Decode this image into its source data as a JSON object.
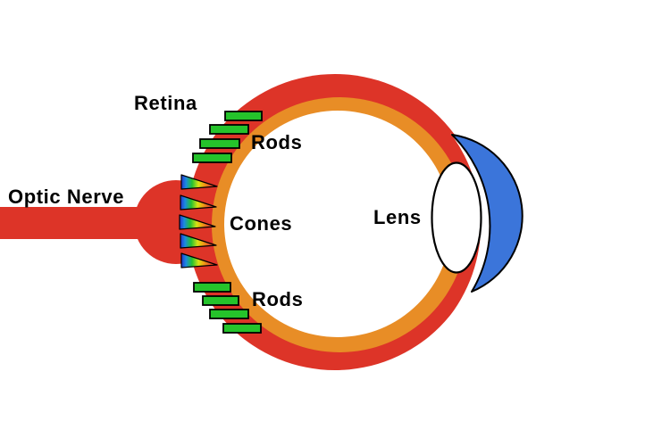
{
  "diagram": {
    "labels": {
      "optic_nerve": "Optic Nerve",
      "retina": "Retina",
      "rods_top": "Rods",
      "cones": "Cones",
      "rods_bottom": "Rods",
      "lens": "Lens"
    },
    "colors": {
      "background": "#ffffff",
      "sclera_red": "#dd3428",
      "choroid_orange": "#e88d26",
      "interior_white": "#ffffff",
      "cornea_blue": "#3b75da",
      "rod_green": "#25c32b",
      "outline_black": "#000000",
      "cone_stops": [
        "#2433cf",
        "#1b8ce0",
        "#23c12f",
        "#d6e214",
        "#f0a212",
        "#e0512a",
        "#dd3428"
      ]
    }
  }
}
